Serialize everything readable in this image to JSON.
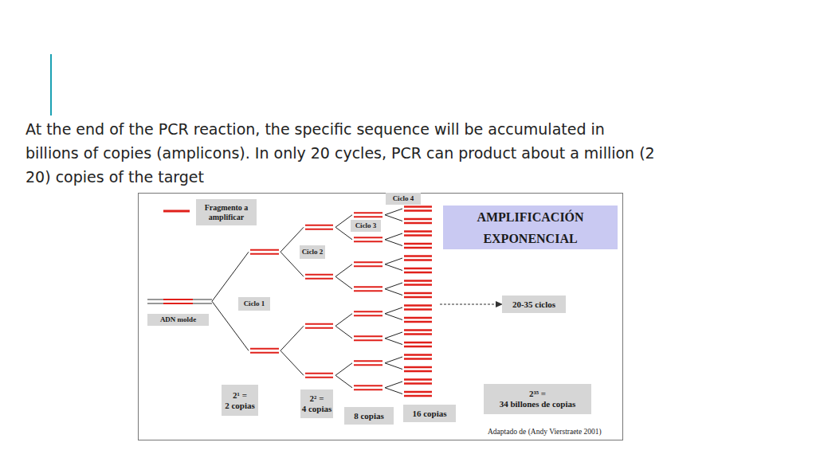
{
  "diagram": {
    "caption": "At the end of the PCR reaction, the specific sequence will be accumulated in billions of copies (amplicons). In only 20 cycles, PCR can product about a million (2 20) copies of the target",
    "nodes": [
      {
        "text": [
          "Ciclo 4"
        ]
      },
      {
        "text": [
          "AMPLIFICACIÓN EXPONENCIAL"
        ]
      },
      {
        "text": [
          "Ciclo 3"
        ]
      },
      {
        "text": [
          "Ciclo 2"
        ]
      },
      {
        "text": [
          "Ciclo 1"
        ]
      },
      {
        "text": [
          "20-35 ciclos"
        ]
      },
      {
        "text": [
          "ADN molde"
        ]
      },
      {
        "text": [
          "2¹ =",
          "2 copias"
        ]
      },
      {
        "text": [
          "2² =",
          "4 copias"
        ]
      },
      {
        "text": [
          "8 copias"
        ]
      },
      {
        "text": [
          "16 copias"
        ]
      },
      {
        "text": [
          "2³⁵ =",
          "34 billones de copias"
        ]
      }
    ],
    "labels": [
      "Adaptado de (Andy Vierstraete 2001)"
    ],
    "legend": [
      {
        "text": "Fragmento a amplificar"
      }
    ]
  }
}
